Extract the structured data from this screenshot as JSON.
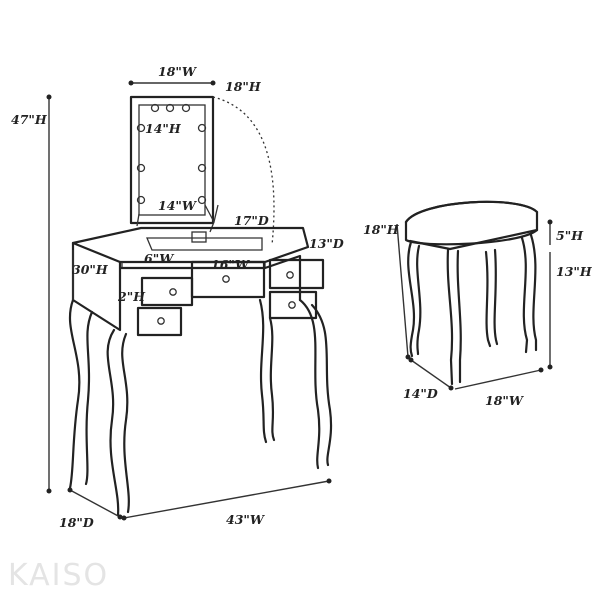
{
  "vanity": {
    "total_height": "47\"H",
    "table_height": "30\"H",
    "table_depth": "18\"D",
    "table_width": "43\"W",
    "mirror_width": "18\"W",
    "mirror_height_open": "18\"H",
    "mirror_glass_height": "14\"H",
    "mirror_glass_width": "14\"W",
    "compartment_depth": "17\"D",
    "side_depth": "13\"D",
    "small_drawer_width": "6\"W",
    "center_drawer_width": "16\"W",
    "drawer_height": "2\"H"
  },
  "stool": {
    "total_height": "18\"H",
    "cushion_height": "5\"H",
    "leg_height": "13\"H",
    "depth": "14\"D",
    "width": "18\"W"
  },
  "watermark": "KAISO"
}
